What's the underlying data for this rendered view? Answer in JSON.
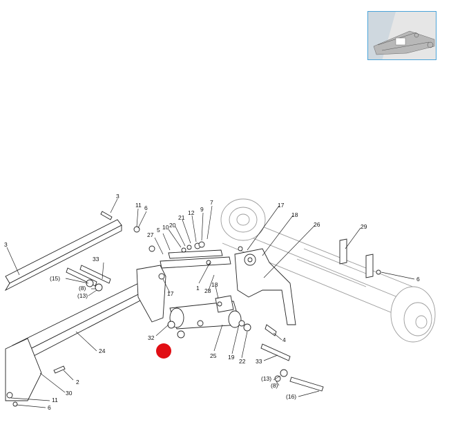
{
  "thumbnail": {
    "name": "overview-thumbnail"
  },
  "highlight": {
    "color": "#e10e14"
  },
  "callouts": [
    "3",
    "11",
    "6",
    "3",
    "(15)",
    "(8)",
    "(13)",
    "33",
    "27",
    "5",
    "10",
    "20",
    "21",
    "12",
    "9",
    "7",
    "1",
    "28",
    "18",
    "17",
    "32",
    "25",
    "19",
    "22",
    "24",
    "2",
    "30",
    "11",
    "6",
    "17",
    "18",
    "26",
    "29",
    "6",
    "4",
    "33",
    "(13)",
    "(8)",
    "(16)"
  ]
}
